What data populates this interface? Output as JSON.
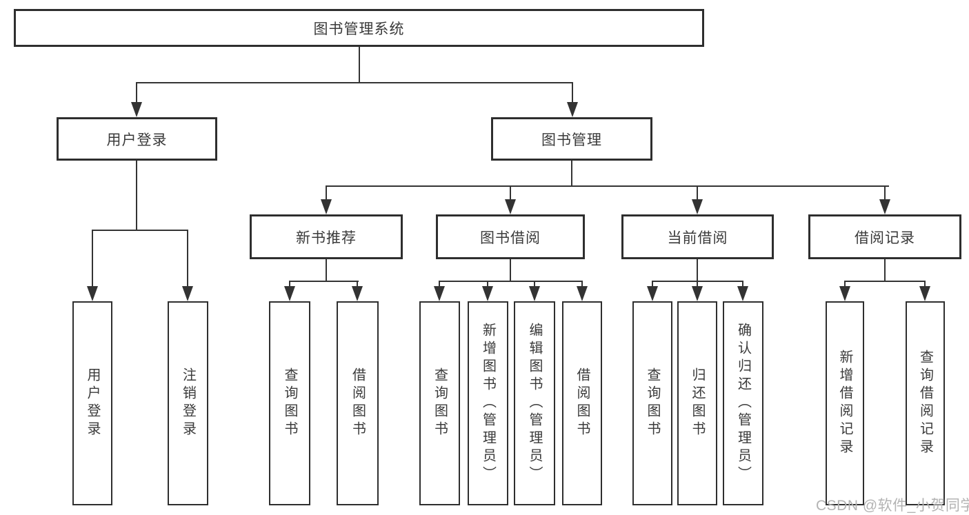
{
  "diagram": {
    "type": "hierarchy-diagram",
    "tree": {
      "label": "图书管理系统",
      "children": [
        {
          "label": "用户登录",
          "children": [
            {
              "label": "用户登录"
            },
            {
              "label": "注销登录"
            }
          ]
        },
        {
          "label": "图书管理",
          "children": [
            {
              "label": "新书推荐",
              "children": [
                {
                  "label": "查询图书"
                },
                {
                  "label": "借阅图书"
                }
              ]
            },
            {
              "label": "图书借阅",
              "children": [
                {
                  "label": "查询图书"
                },
                {
                  "label": "新增图书（管理员）"
                },
                {
                  "label": "编辑图书（管理员）"
                },
                {
                  "label": "借阅图书"
                }
              ]
            },
            {
              "label": "当前借阅",
              "children": [
                {
                  "label": "查询图书"
                },
                {
                  "label": "归还图书"
                },
                {
                  "label": "确认归还（管理员）"
                }
              ]
            },
            {
              "label": "借阅记录",
              "children": [
                {
                  "label": "新增借阅记录"
                },
                {
                  "label": "查询借阅记录"
                }
              ]
            }
          ]
        }
      ]
    },
    "colors": {
      "background": "#ffffff",
      "line": "#333333",
      "box_border": "#2e2e2e",
      "text": "#3a3a3a",
      "watermark": "#b3b3b3"
    }
  },
  "watermark": {
    "text": "CSDN @软件_小贺同学"
  }
}
